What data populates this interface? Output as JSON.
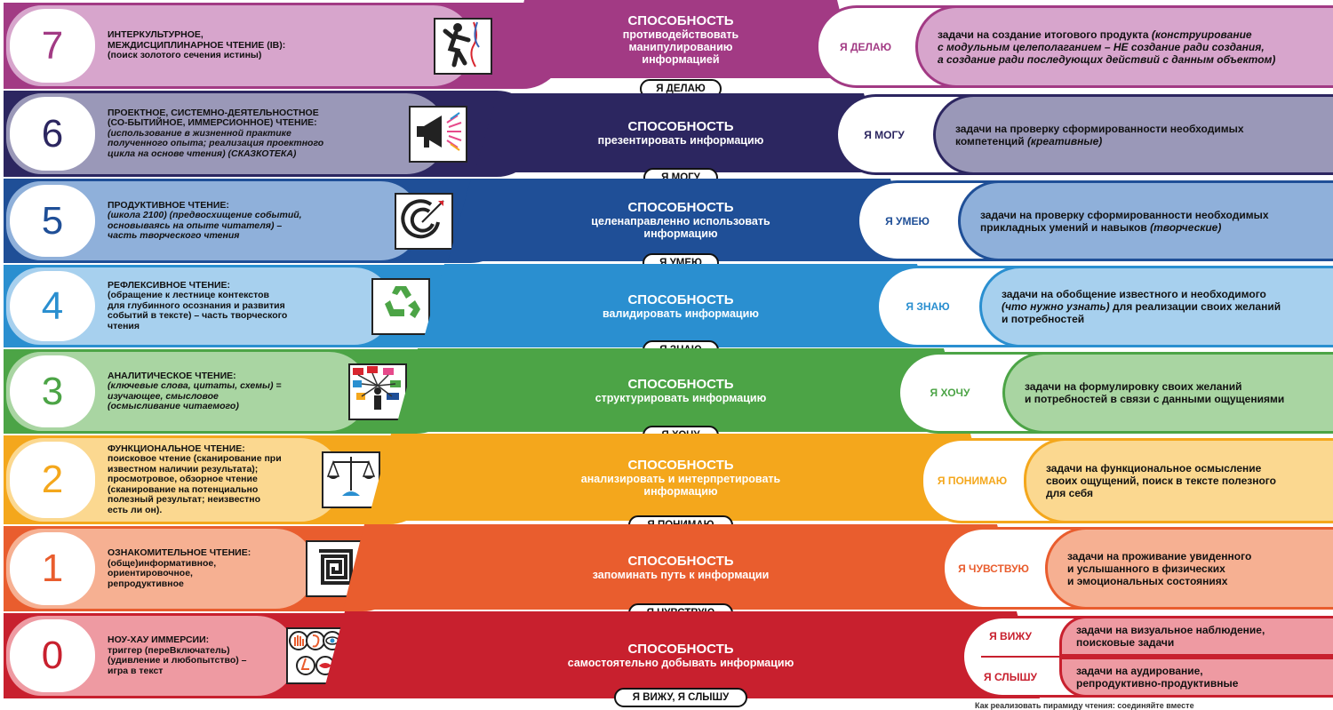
{
  "levels": [
    {
      "num": "7",
      "color": "#a23a84",
      "light": "#d7a5cc",
      "title": "ИНТЕРКУЛЬТУРНОЕ,\nМЕЖДИСЦИПЛИНАРНОЕ ЧТЕНИЕ (IB):",
      "desc": "(поиск золотого сечения  истины)",
      "desc_italic": false,
      "icon": "climber-icon"
    },
    {
      "num": "6",
      "color": "#2c2660",
      "light": "#9a98b8",
      "title": "ПРОЕКТНОЕ, СИСТЕМНО-ДЕЯТЕЛЬНОСТНОЕ\n(СО-БЫТИЙНОЕ, ИММЕРСИОННОЕ) ЧТЕНИЕ:",
      "desc": "(использование в жизненной практике\nполученного опыта; реализация проектного\nцикла на основе чтения) (СКАЗКОТЕКА)",
      "desc_italic": true,
      "icon": "megaphone-icon"
    },
    {
      "num": "5",
      "color": "#1f4f97",
      "light": "#8fb0da",
      "title": "ПРОДУКТИВНОЕ ЧТЕНИЕ:",
      "desc": "(школа 2100) (предвосхищение событий,\nосновываясь на опыте читателя) –\nчасть  творческого чтения",
      "desc_italic": true,
      "icon": "target-icon"
    },
    {
      "num": "4",
      "color": "#2a8fd0",
      "light": "#a7d0ee",
      "title": "РЕФЛЕКСИВНОЕ ЧТЕНИЕ:",
      "desc": "(обращение к лестнице контекстов\nдля глубинного осознания и развития\nсобытий в тексте) – часть творческого\nчтения",
      "desc_italic": false,
      "icon": "recycle-icon"
    },
    {
      "num": "3",
      "color": "#4ca446",
      "light": "#a9d5a2",
      "title": "АНАЛИТИЧЕСКОЕ ЧТЕНИЕ:",
      "desc": "(ключевые слова, цитаты, схемы) =\nизучающее, смысловое\n(осмысливание читаемого)",
      "desc_italic": true,
      "icon": "mindmap-icon"
    },
    {
      "num": "2",
      "color": "#f4a71c",
      "light": "#fbd890",
      "title": "ФУНКЦИОНАЛЬНОЕ ЧТЕНИЕ:",
      "desc": "поисковое чтение (сканирование при\nизвестном наличии результата);\nпросмотровое, обзорное чтение\n(сканирование на потенциально\nполезный результат; неизвестно\nесть ли он).",
      "desc_italic": false,
      "icon": "scales-icon"
    },
    {
      "num": "1",
      "color": "#e95d2e",
      "light": "#f6b092",
      "title": "ОЗНАКОМИТЕЛЬНОЕ ЧТЕНИЕ:",
      "desc": "(обще)информативное,\nориентировочное,\nрепродуктивное",
      "desc_italic": false,
      "icon": "spiral-icon"
    },
    {
      "num": "0",
      "color": "#c8202e",
      "light": "#ee9aa2",
      "title": "НОУ-ХАУ ИММЕРСИИ:",
      "desc": "триггер (переВключатель)\n(удивление и любопытство) –\nигра в текст",
      "desc_italic": false,
      "icon": "senses-icon"
    }
  ],
  "pyramid": [
    {
      "t1": "СПОСОБНОСТЬ",
      "t2": "противодействовать\nманипулированию\nинформацией",
      "color": "#a23a84",
      "tag": "Я ДЕЛАЮ"
    },
    {
      "t1": "СПОСОБНОСТЬ",
      "t2": "презентировать информацию",
      "color": "#2c2660",
      "tag": "Я МОГУ"
    },
    {
      "t1": "СПОСОБНОСТЬ",
      "t2": "целенаправленно использовать\nинформацию",
      "color": "#1f4f97",
      "tag": "Я УМЕЮ"
    },
    {
      "t1": "СПОСОБНОСТЬ",
      "t2": "валидировать информацию",
      "color": "#2a8fd0",
      "tag": "Я ЗНАЮ"
    },
    {
      "t1": "СПОСОБНОСТЬ",
      "t2": "структурировать информацию",
      "color": "#4ca446",
      "tag": "Я ХОЧУ"
    },
    {
      "t1": "СПОСОБНОСТЬ",
      "t2": "анализировать и интерпретировать\nинформацию",
      "color": "#f4a71c",
      "tag": "Я ПОНИМАЮ"
    },
    {
      "t1": "СПОСОБНОСТЬ",
      "t2": "запоминать путь к информации",
      "color": "#e95d2e",
      "tag": "Я ЧУВСТВУЮ"
    },
    {
      "t1": "СПОСОБНОСТЬ",
      "t2": "самостоятельно добывать информацию",
      "color": "#c8202e",
      "tag": "Я ВИЖУ, Я СЛЫШУ"
    }
  ],
  "tasks": [
    {
      "label": "Я ДЕЛАЮ",
      "text": "задачи на создание итогового продукта ",
      "italic": "(конструирование\nс модульным целеполаганием – НЕ создание ради создания,\nа создание ради последующих действий с данным объектом)",
      "after": ""
    },
    {
      "label": "Я МОГУ",
      "text": "задачи на проверку сформированности необходимых\nкомпетенций ",
      "italic": "(креативные)",
      "after": ""
    },
    {
      "label": "Я УМЕЮ",
      "text": "задачи на проверку сформированности необходимых\nприкладных умений и навыков ",
      "italic": "(творческие)",
      "after": ""
    },
    {
      "label": "Я ЗНАЮ",
      "text": "задачи на обобщение известного и необходимого\n",
      "italic": "(что нужно узнать)",
      "after": " для реализации своих желаний\nи потребностей"
    },
    {
      "label": "Я ХОЧУ",
      "text": "задачи на формулировку своих желаний\nи потребностей в связи с данными ощущениями",
      "italic": "",
      "after": ""
    },
    {
      "label": "Я ПОНИМАЮ",
      "text": "задачи на функциональное осмысление\nсвоих ощущений, поиск в тексте полезного\nдля себя",
      "italic": "",
      "after": ""
    },
    {
      "label": "Я ЧУВСТВУЮ",
      "text": "задачи на проживание увиденного\nи услышанного в физических\nи эмоциональных состояниях",
      "italic": "",
      "after": ""
    }
  ],
  "tasks_bottom": [
    {
      "label": "Я ВИЖУ",
      "text": "задачи на визуальное наблюдение,\nпоисковые задачи"
    },
    {
      "label": "Я СЛЫШУ",
      "text": "задачи на аудирование,\nрепродуктивно-продуктивные"
    }
  ],
  "footnote": "Как реализовать пирамиду чтения: соединяйте вместе"
}
